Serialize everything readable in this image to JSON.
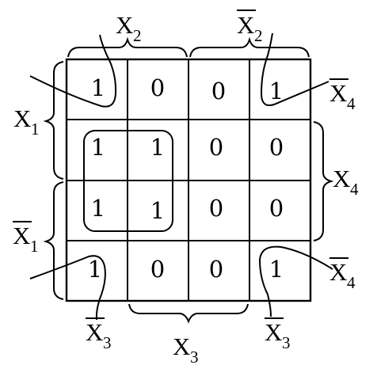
{
  "grid": [
    [
      "1",
      "0",
      "0",
      "1"
    ],
    [
      "1",
      "1",
      "0",
      "0"
    ],
    [
      "1",
      "1",
      "0",
      "0"
    ],
    [
      "1",
      "0",
      "0",
      "1"
    ]
  ],
  "labels": {
    "top_left": {
      "var": "X",
      "sub": "2",
      "bar": false
    },
    "top_right": {
      "var": "X",
      "sub": "2",
      "bar": true
    },
    "left_top": {
      "var": "X",
      "sub": "1",
      "bar": false
    },
    "left_bottom": {
      "var": "X",
      "sub": "1",
      "bar": true
    },
    "right_top": {
      "var": "X",
      "sub": "4",
      "bar": true
    },
    "right_middle": {
      "var": "X",
      "sub": "4",
      "bar": false
    },
    "right_bottom": {
      "var": "X",
      "sub": "4",
      "bar": true
    },
    "bottom_left": {
      "var": "X",
      "sub": "3",
      "bar": true
    },
    "bottom_mid": {
      "var": "X",
      "sub": "3",
      "bar": false
    },
    "bottom_right": {
      "var": "X",
      "sub": "3",
      "bar": true
    }
  }
}
